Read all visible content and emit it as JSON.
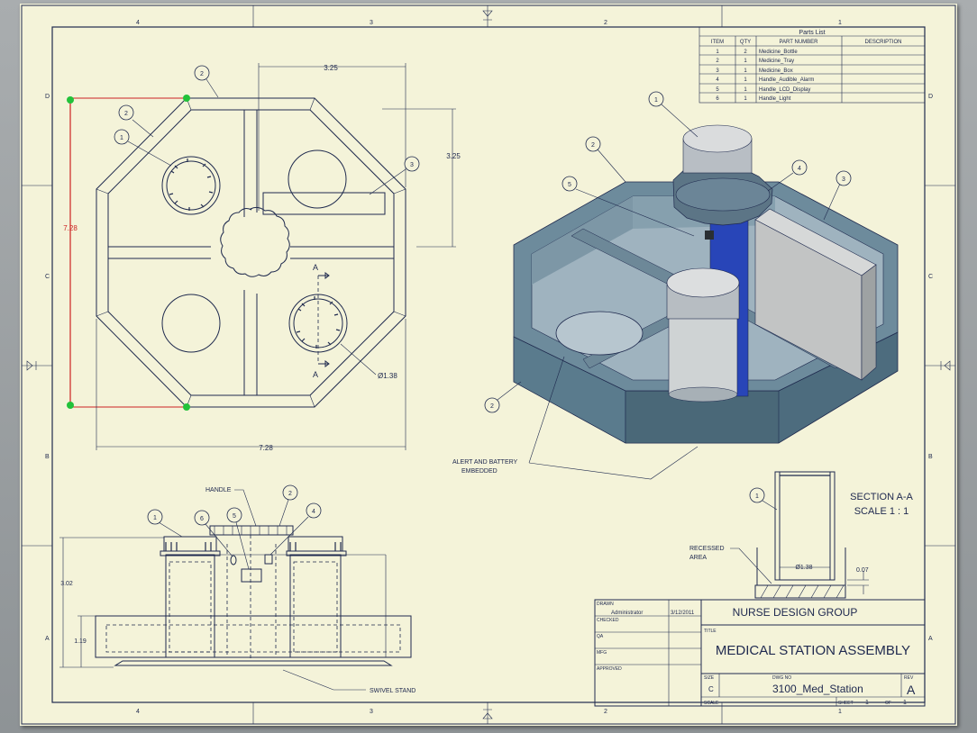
{
  "zone_columns": [
    "4",
    "3",
    "2",
    "1"
  ],
  "zone_rows": [
    "D",
    "C",
    "B",
    "A"
  ],
  "parts_list": {
    "title": "Parts List",
    "headers": [
      "ITEM",
      "QTY",
      "PART NUMBER",
      "DESCRIPTION"
    ],
    "rows": [
      [
        "1",
        "2",
        "Medicine_Bottle",
        ""
      ],
      [
        "2",
        "1",
        "Medicine_Tray",
        ""
      ],
      [
        "3",
        "1",
        "Medicine_Box",
        ""
      ],
      [
        "4",
        "1",
        "Handle_Audible_Alarm",
        ""
      ],
      [
        "5",
        "1",
        "Handle_LCD_Display",
        ""
      ],
      [
        "6",
        "1",
        "Handle_Light",
        ""
      ]
    ]
  },
  "top_view": {
    "dim_top": "3.25",
    "dim_right": "3.25",
    "dim_left": "7.28",
    "dim_bottom": "7.28",
    "dim_diameter": "Ø1.38",
    "section_marker": "A",
    "balloons": [
      "2",
      "2",
      "1",
      "3"
    ]
  },
  "iso_view": {
    "balloons": [
      "1",
      "2",
      "4",
      "3",
      "5",
      "2"
    ],
    "note": [
      "ALERT AND BATTERY",
      "EMBEDDED"
    ]
  },
  "front_view": {
    "handle_label": "HANDLE",
    "swivel_label": "SWIVEL STAND",
    "dim_overall": "3.02",
    "dim_base": "1.19",
    "balloons": [
      "1",
      "6",
      "5",
      "2",
      "4"
    ]
  },
  "section_view": {
    "title": "SECTION A-A",
    "scale": "SCALE 1 : 1",
    "recessed": [
      "RECESSED",
      "AREA"
    ],
    "dim_diameter": "Ø1.38",
    "dim_depth": "0.07",
    "balloon": "1"
  },
  "title_block": {
    "drawn_label": "DRAWN",
    "drawn_by": "Administrator",
    "drawn_date": "3/12/2011",
    "checked_label": "CHECKED",
    "qa_label": "QA",
    "mfg_label": "MFG",
    "approved_label": "APPROVED",
    "company": "NURSE DESIGN GROUP",
    "title_label": "TITLE",
    "title": "MEDICAL STATION ASSEMBLY",
    "size_label": "SIZE",
    "size": "C",
    "dwg_label": "DWG NO",
    "dwg_no": "3100_Med_Station",
    "rev_label": "REV",
    "rev": "A",
    "scale_label": "SCALE",
    "sheet_label": "SHEET",
    "sheet": "1",
    "of_label": "OF",
    "sheets": "1"
  }
}
